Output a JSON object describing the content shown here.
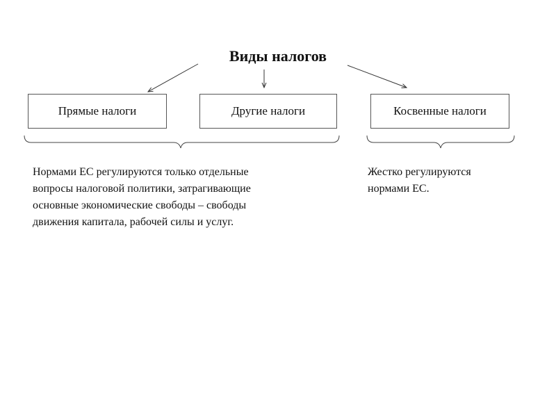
{
  "title": "Виды налогов",
  "boxes": [
    "Прямые налоги",
    "Другие налоги",
    "Косвенные налоги"
  ],
  "left_text": [
    "Нормами ЕС регулируются только отдельные",
    "вопросы налоговой политики, затрагивающие",
    "основные экономические свободы – свободы",
    "движения капитала, рабочей силы и услуг."
  ],
  "right_text": [
    "Жестко регулируются",
    "нормами ЕС."
  ]
}
